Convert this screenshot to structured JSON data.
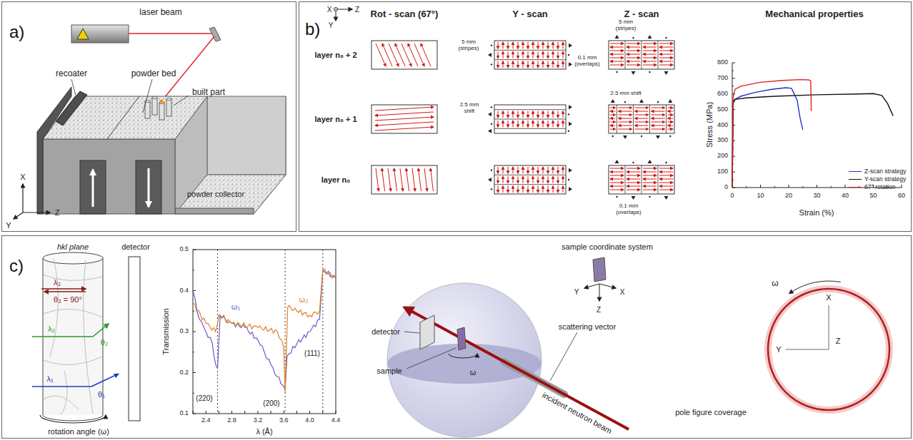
{
  "diagram": {
    "nodes": [
      {
        "text": [
          "a)"
        ]
      },
      {
        "text": [
          "b)"
        ]
      },
      {
        "text": [
          "c)"
        ]
      }
    ],
    "labels": [
      "laser beam",
      "recoater",
      "powder bed",
      "built part",
      "powder collector",
      "X",
      "Y",
      "Z",
      "X",
      "Z",
      "Y",
      "Rot - scan (67°)",
      "Y - scan",
      "Z - scan",
      "Mechanical properties",
      "layer n₀ + 2",
      "layer n₀ + 1",
      "layer n₀",
      "5 mm (stripes)",
      "0.1 mm (overlaps)",
      "2.5 mm shift",
      "5 mm (stripes)",
      "2.5 mm shift",
      "0.1 mm (overlaps)",
      "0",
      "100",
      "200",
      "300",
      "400",
      "500",
      "600",
      "700",
      "800",
      "0",
      "10",
      "20",
      "30",
      "40",
      "50",
      "60",
      "Stress (MPa)",
      "Strain (%)",
      "hkl plane",
      "detector",
      "λ₃",
      "θ₃ = 90°",
      "λ₂",
      "θ₂",
      "λ₁",
      "θ₁",
      "rotation angle (ω)",
      "0.1",
      "0.2",
      "0.3",
      "0.4",
      "0.5",
      "2.4",
      "2.8",
      "3.2",
      "3.6",
      "4.0",
      "4.4",
      "Transmission",
      "λ (Å)",
      "ω₁",
      "ω₂",
      "(220)",
      "(200)",
      "(111)",
      "sample coordinate system",
      "Y",
      "Z",
      "X",
      "detector",
      "sample",
      "ω",
      "scattering vector",
      "incident neutron beam",
      "X",
      "Y",
      "Z",
      "ω",
      "pole figure coverage"
    ],
    "legend": [
      {
        "text": "Z-scan strategy"
      },
      {
        "text": "Y-scan strategy"
      },
      {
        "text": "67° rotation"
      }
    ]
  }
}
